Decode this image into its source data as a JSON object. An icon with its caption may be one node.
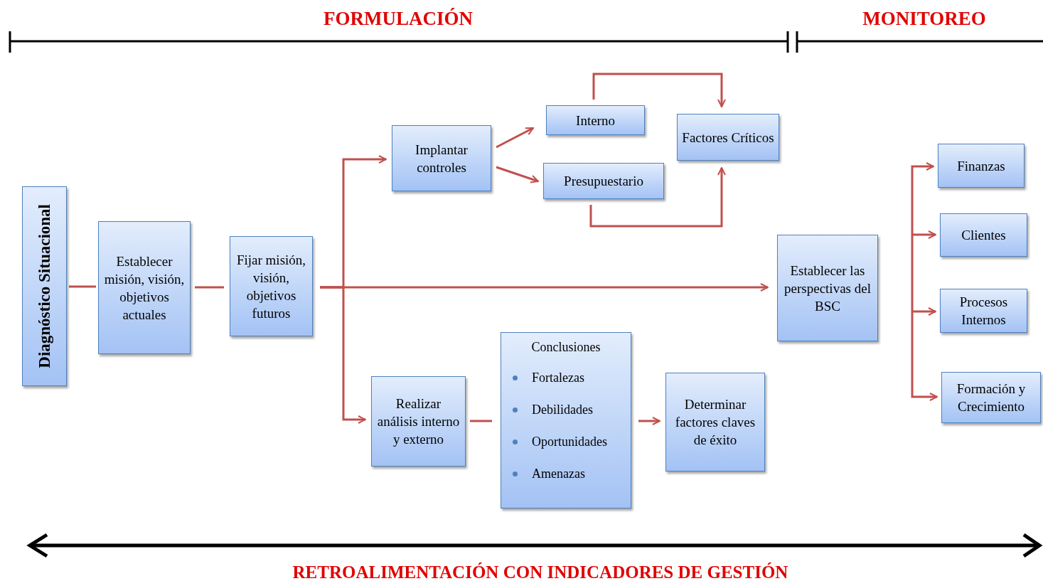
{
  "diagram": {
    "nodes": [
      {
        "text": [
          "Diagnóstico Situacional"
        ]
      },
      {
        "text": [
          "Establecer misión, visión, objetivos actuales"
        ]
      },
      {
        "text": [
          "Fijar misión, visión, objetivos futuros"
        ]
      },
      {
        "text": [
          "Implantar controles"
        ]
      },
      {
        "text": [
          "Interno"
        ]
      },
      {
        "text": [
          "Presupuestario"
        ]
      },
      {
        "text": [
          "Factores Críticos"
        ]
      },
      {
        "text": [
          "Establecer las perspectivas del BSC"
        ]
      },
      {
        "text": [
          "Realizar análisis interno y externo"
        ]
      },
      {
        "text": [
          "Conclusiones",
          "Fortalezas",
          "Debilidades",
          "Oportunidades",
          "Amenazas"
        ]
      },
      {
        "text": [
          "Determinar factores claves de éxito"
        ]
      },
      {
        "text": [
          "Finanzas"
        ]
      },
      {
        "text": [
          "Clientes"
        ]
      },
      {
        "text": [
          "Procesos Internos"
        ]
      },
      {
        "text": [
          "Formación y Crecimiento"
        ]
      }
    ],
    "edges": [
      {
        "from": 0,
        "to": 1,
        "arrow": "none"
      },
      {
        "from": 1,
        "to": 2,
        "arrow": "none"
      },
      {
        "from": 2,
        "to": 7,
        "arrow": "to"
      },
      {
        "from": 2,
        "to": 3,
        "arrow": "to"
      },
      {
        "from": 2,
        "to": 8,
        "arrow": "to"
      },
      {
        "from": 3,
        "to": 4,
        "arrow": "to"
      },
      {
        "from": 3,
        "to": 5,
        "arrow": "to"
      },
      {
        "from": 4,
        "to": 6,
        "arrow": "to"
      },
      {
        "from": 5,
        "to": 6,
        "arrow": "to"
      },
      {
        "from": 8,
        "to": 9,
        "arrow": "none"
      },
      {
        "from": 9,
        "to": 10,
        "arrow": "to"
      },
      {
        "from": null,
        "to": 11,
        "arrow": "to"
      },
      {
        "from": null,
        "to": 12,
        "arrow": "to"
      },
      {
        "from": null,
        "to": 13,
        "arrow": "to"
      },
      {
        "from": null,
        "to": 14,
        "arrow": "to"
      }
    ],
    "labels": [
      "FORMULACIÓN",
      "MONITOREO",
      "RETROALIMENTACIÓN CON INDICADORES DE GESTIÓN"
    ]
  }
}
